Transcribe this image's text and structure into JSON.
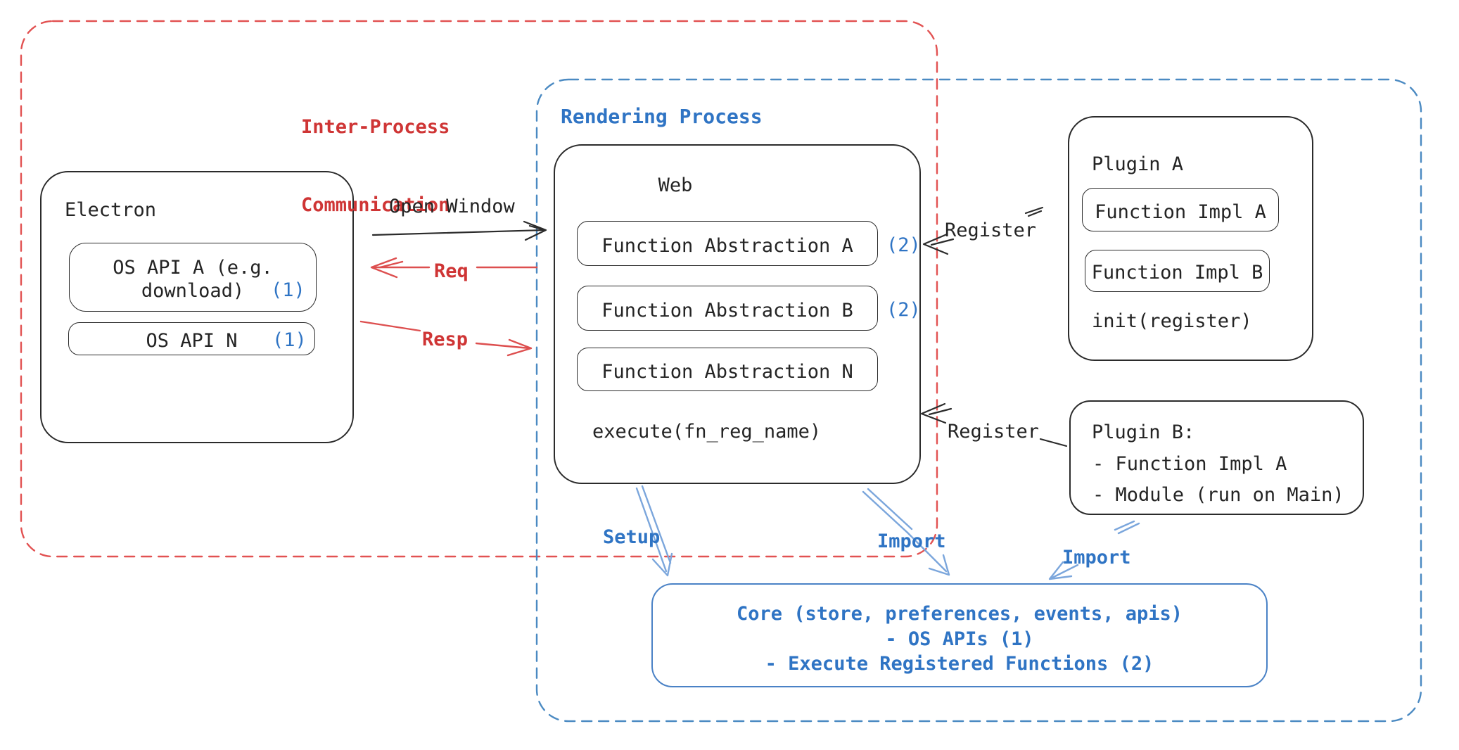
{
  "colors": {
    "background": "#ffffff",
    "ink": "#2b2b2b",
    "red_text": "#cf3535",
    "red_line": "#dd4f4f",
    "red_dash": "#e25252",
    "blue_text": "#2f74c4",
    "blue_dash": "#4b8ac2",
    "blue_arrow": "#7ba6dc",
    "core_stroke": "#4a82c6"
  },
  "ipc_boundary": {
    "label": [
      "Inter-Process",
      "Communication"
    ]
  },
  "rendering_process": {
    "label": "Rendering Process"
  },
  "electron": {
    "title": "Electron",
    "os_api_a": {
      "line1": "OS API A (e.g.",
      "line2": "download)",
      "badge": "(1)"
    },
    "os_api_n": {
      "label": "OS API N",
      "badge": "(1)"
    }
  },
  "web": {
    "title": "Web",
    "abstractions": [
      {
        "label": "Function Abstraction A",
        "badge": "(2)"
      },
      {
        "label": "Function Abstraction B",
        "badge": "(2)"
      },
      {
        "label": "Function Abstraction N",
        "badge": ""
      }
    ],
    "execute_fn": "execute(fn_reg_name)"
  },
  "plugin_a": {
    "title": "Plugin A",
    "impl_a": "Function Impl A",
    "impl_b": "Function Impl B",
    "init_fn": "init(register)"
  },
  "plugin_b": {
    "title": "Plugin B:",
    "items": [
      "- Function Impl A",
      "- Module (run on Main)"
    ]
  },
  "core": {
    "lines": [
      "Core (store, preferences, events, apis)",
      "- OS APIs (1)",
      "- Execute Registered Functions (2)"
    ]
  },
  "arrow_labels": {
    "open_window": "Open Window",
    "req": "Req",
    "resp": "Resp",
    "register_plugin_a": "Register",
    "register_plugin_b": "Register",
    "setup": "Setup",
    "import_web": "Import",
    "import_plugin_b": "Import"
  }
}
